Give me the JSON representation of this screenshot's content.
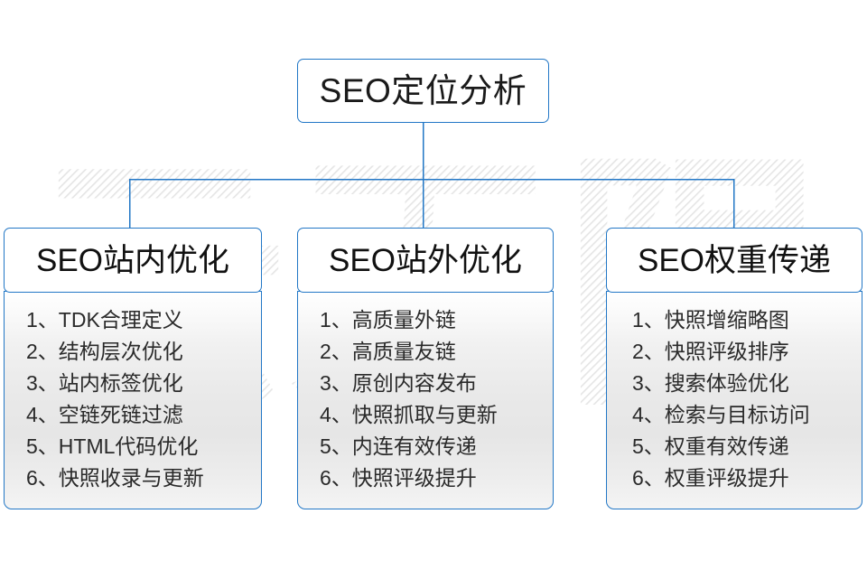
{
  "diagram": {
    "title": "SEO定位分析",
    "watermark_text": "云无限",
    "accent_color": "#2277c6",
    "text_color": "#1a1a1a",
    "background_color": "#ffffff",
    "columns": [
      {
        "header": "SEO站内优化",
        "items": [
          {
            "num": "1、",
            "text": "TDK合理定义"
          },
          {
            "num": "2、",
            "text": "结构层次优化"
          },
          {
            "num": "3、",
            "text": "站内标签优化"
          },
          {
            "num": "4、",
            "text": "空链死链过滤"
          },
          {
            "num": "5、",
            "text": "HTML代码优化"
          },
          {
            "num": "6、",
            "text": "快照收录与更新"
          }
        ]
      },
      {
        "header": "SEO站外优化",
        "items": [
          {
            "num": "1、",
            "text": "高质量外链"
          },
          {
            "num": "2、",
            "text": "高质量友链"
          },
          {
            "num": "3、",
            "text": "原创内容发布"
          },
          {
            "num": "4、",
            "text": "快照抓取与更新"
          },
          {
            "num": "5、",
            "text": "内连有效传递"
          },
          {
            "num": "6、",
            "text": "快照评级提升"
          }
        ]
      },
      {
        "header": "SEO权重传递",
        "items": [
          {
            "num": "1、",
            "text": "快照增缩略图"
          },
          {
            "num": "2、",
            "text": "快照评级排序"
          },
          {
            "num": "3、",
            "text": "搜索体验优化"
          },
          {
            "num": "4、",
            "text": "检索与目标访问"
          },
          {
            "num": "5、",
            "text": "权重有效传递"
          },
          {
            "num": "6、",
            "text": "权重评级提升"
          }
        ]
      }
    ]
  }
}
